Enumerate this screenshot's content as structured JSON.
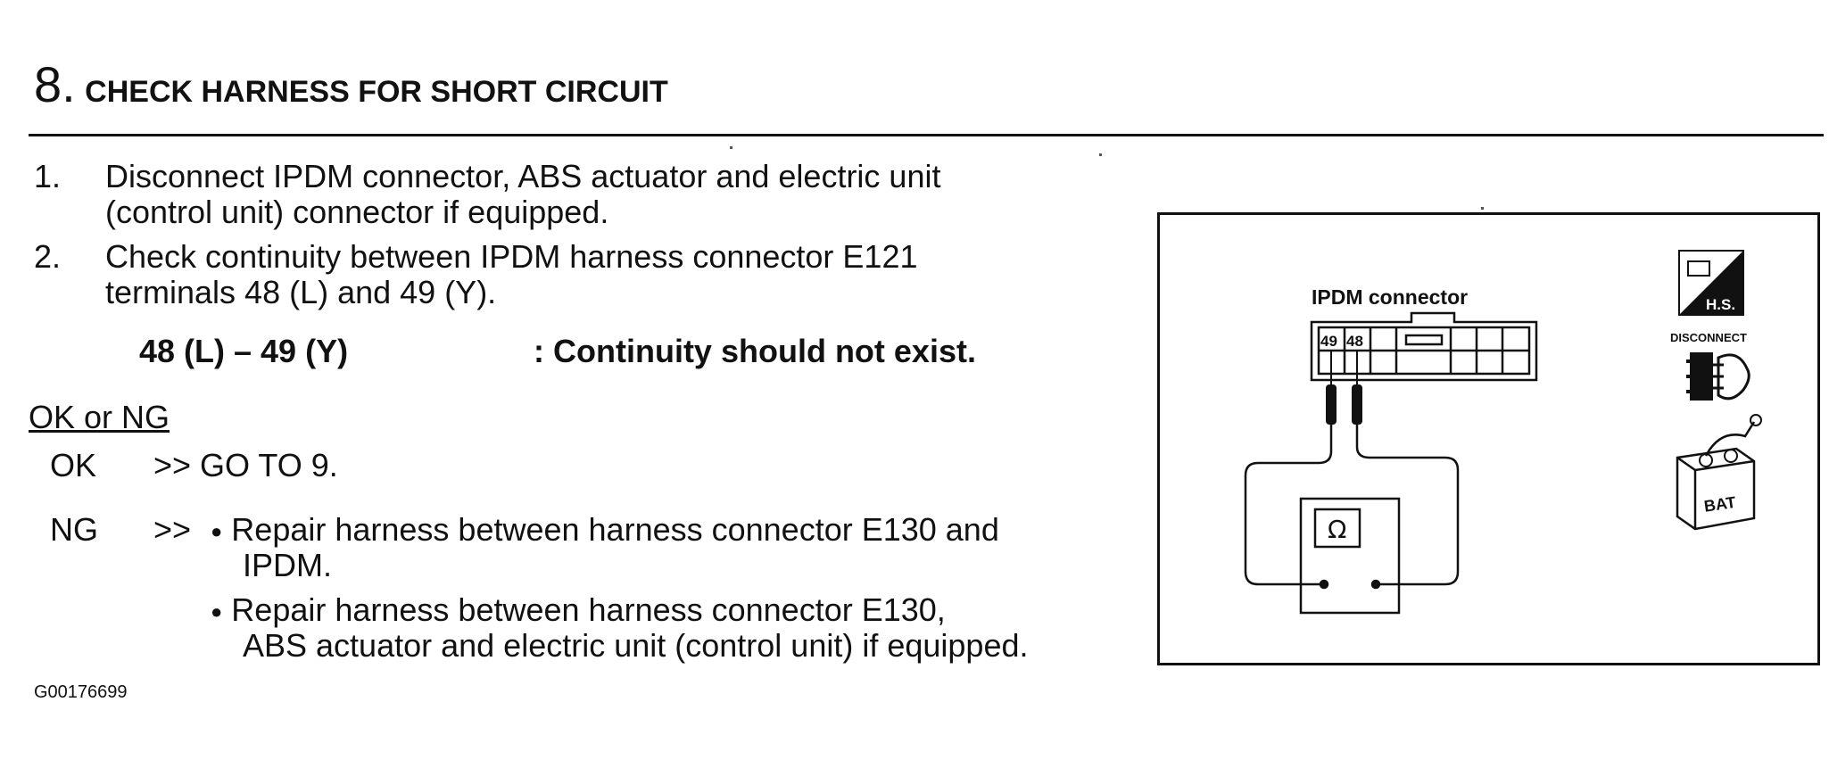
{
  "heading": {
    "number": "8.",
    "title": "CHECK HARNESS FOR SHORT CIRCUIT"
  },
  "steps": [
    {
      "num": "1.",
      "line1": "Disconnect IPDM connector, ABS actuator and electric unit",
      "line2": "(control unit) connector if equipped."
    },
    {
      "num": "2.",
      "line1": "Check continuity between IPDM harness connector E121",
      "line2": "terminals 48 (L) and 49 (Y)."
    }
  ],
  "spec": {
    "terminals": "48 (L) – 49 (Y)",
    "result": ": Continuity should not exist."
  },
  "ok_ng": {
    "label": "OK or NG",
    "ok": {
      "code": "OK",
      "action": ">> GO TO 9."
    },
    "ng": {
      "code": "NG",
      "arrow": ">>",
      "item1_line1": "Repair harness between harness connector E130 and",
      "item1_line2": "IPDM.",
      "item2_line1": "Repair harness between harness connector E130,",
      "item2_line2": "ABS actuator and electric unit (control unit) if equipped."
    }
  },
  "figure": {
    "connector_label": "IPDM connector",
    "pin_49": "49",
    "pin_48": "48",
    "ohm_symbol": "Ω",
    "hs_label": "H.S.",
    "disconnect_label": "DISCONNECT",
    "battery_label": "BAT"
  },
  "footer": {
    "code": "G00176699"
  }
}
